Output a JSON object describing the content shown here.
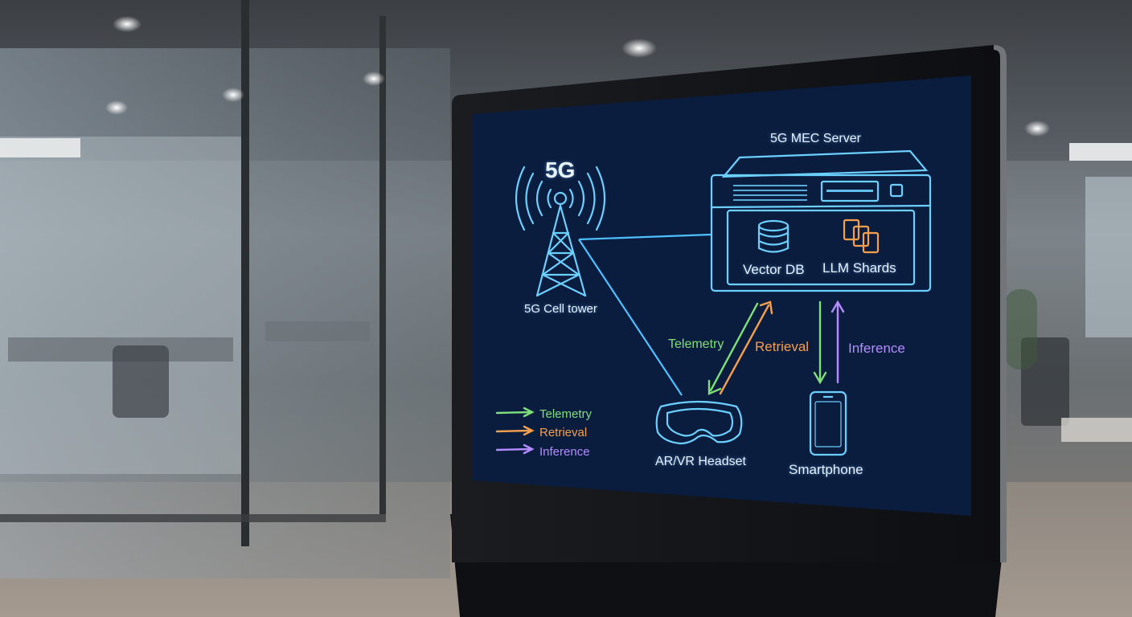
{
  "diagram": {
    "tower": {
      "badge": "5G",
      "label": "5G Cell tower"
    },
    "server": {
      "title": "5G MEC Server",
      "vector_db": "Vector DB",
      "llm_shards": "LLM Shards"
    },
    "headset": {
      "label": "AR/VR Headset"
    },
    "smartphone": {
      "label": "Smartphone"
    },
    "flows": {
      "telemetry": "Telemetry",
      "retrieval": "Retrieval",
      "inference": "Inference"
    },
    "legend": [
      {
        "label": "Telemetry",
        "color": "#7fe07a"
      },
      {
        "label": "Retrieval",
        "color": "#f6a04d"
      },
      {
        "label": "Inference",
        "color": "#b58cff"
      }
    ],
    "colors": {
      "screen": "#0b1d3f",
      "line": "#4fc0ff",
      "telemetry": "#7fe07a",
      "retrieval": "#f6a04d",
      "inference": "#b58cff"
    }
  }
}
